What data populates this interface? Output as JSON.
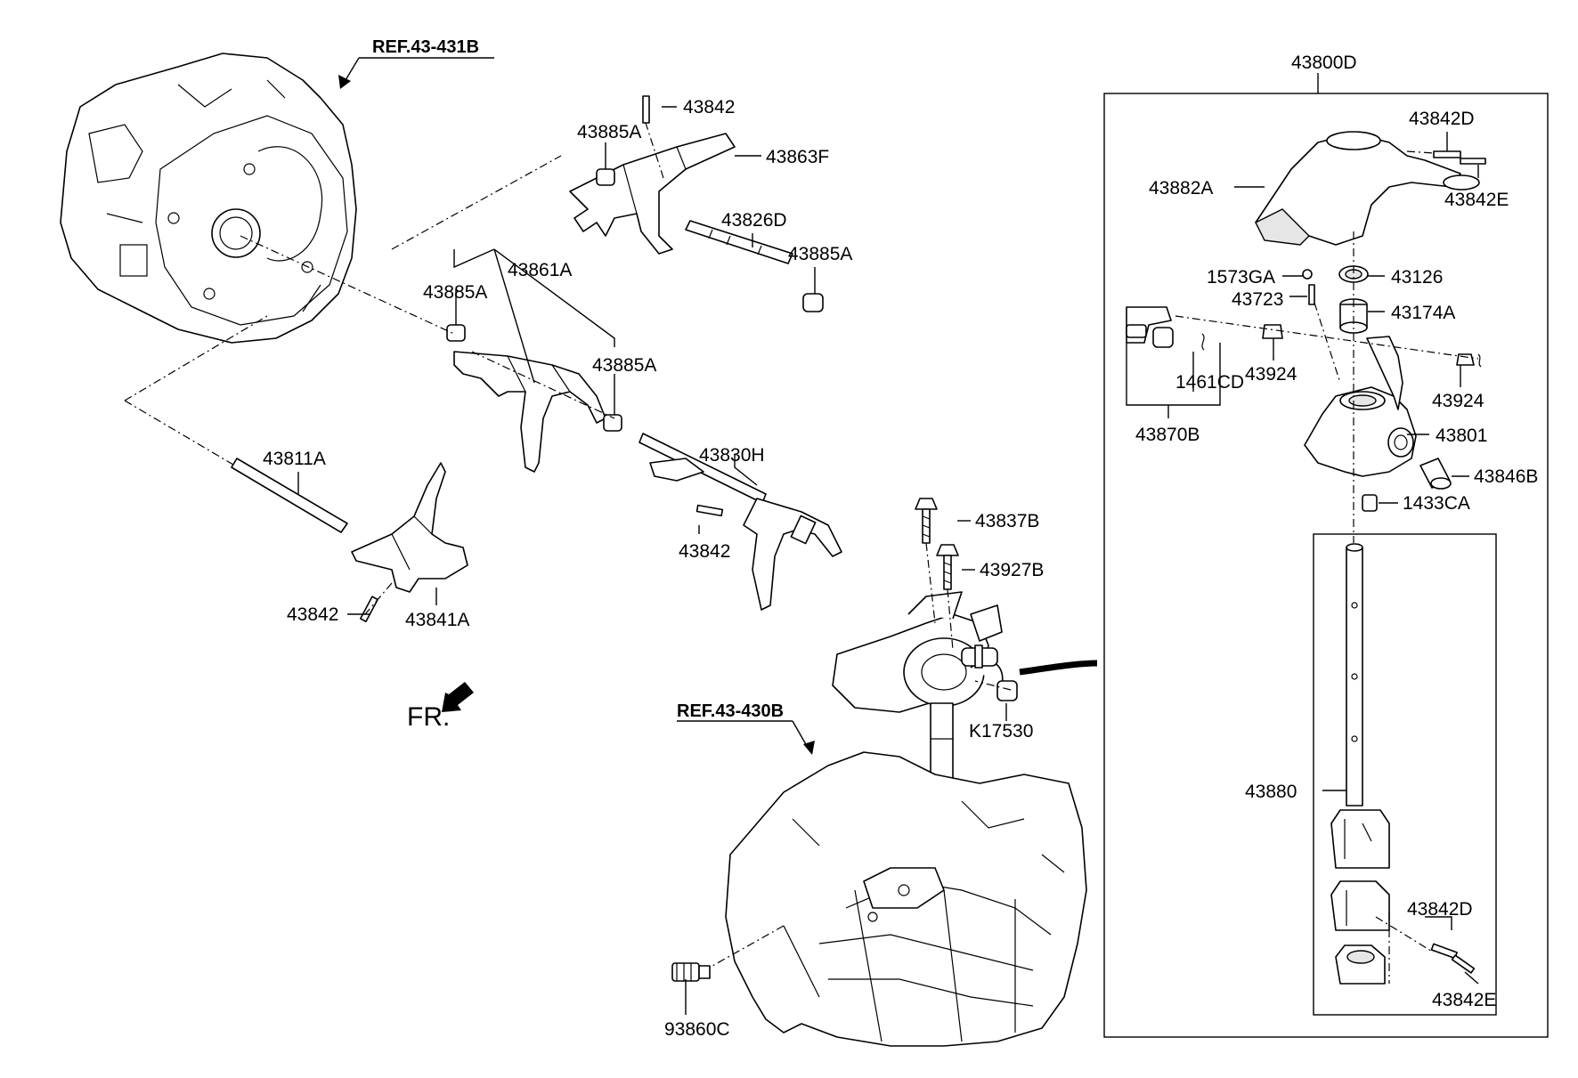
{
  "labels": {
    "ref_upper": "REF.43-431B",
    "ref_lower": "REF.43-430B",
    "fr": "FR.",
    "p43842_top": "43842",
    "p43885A_top": "43885A",
    "p43863F": "43863F",
    "p43826D": "43826D",
    "p43885A_right": "43885A",
    "p43861A": "43861A",
    "p43885A_left": "43885A",
    "p43885A_mid": "43885A",
    "p43811A": "43811A",
    "p43830H": "43830H",
    "p43842_mid": "43842",
    "p43842_bottom": "43842",
    "p43841A": "43841A",
    "p43837B": "43837B",
    "p43927B": "43927B",
    "pK17530": "K17530",
    "p93860C": "93860C",
    "p43800D": "43800D",
    "p43842D_top": "43842D",
    "p43882A": "43882A",
    "p43842E_top": "43842E",
    "p1573GA": "1573GA",
    "p43126": "43126",
    "p43723": "43723",
    "p43174A": "43174A",
    "p1461CD": "1461CD",
    "p43924_left": "43924",
    "p43924_right": "43924",
    "p43870B": "43870B",
    "p43801": "43801",
    "p43846B": "43846B",
    "p1433CA": "1433CA",
    "p43880": "43880",
    "p43842D_bottom": "43842D",
    "p43842E_bottom": "43842E"
  }
}
